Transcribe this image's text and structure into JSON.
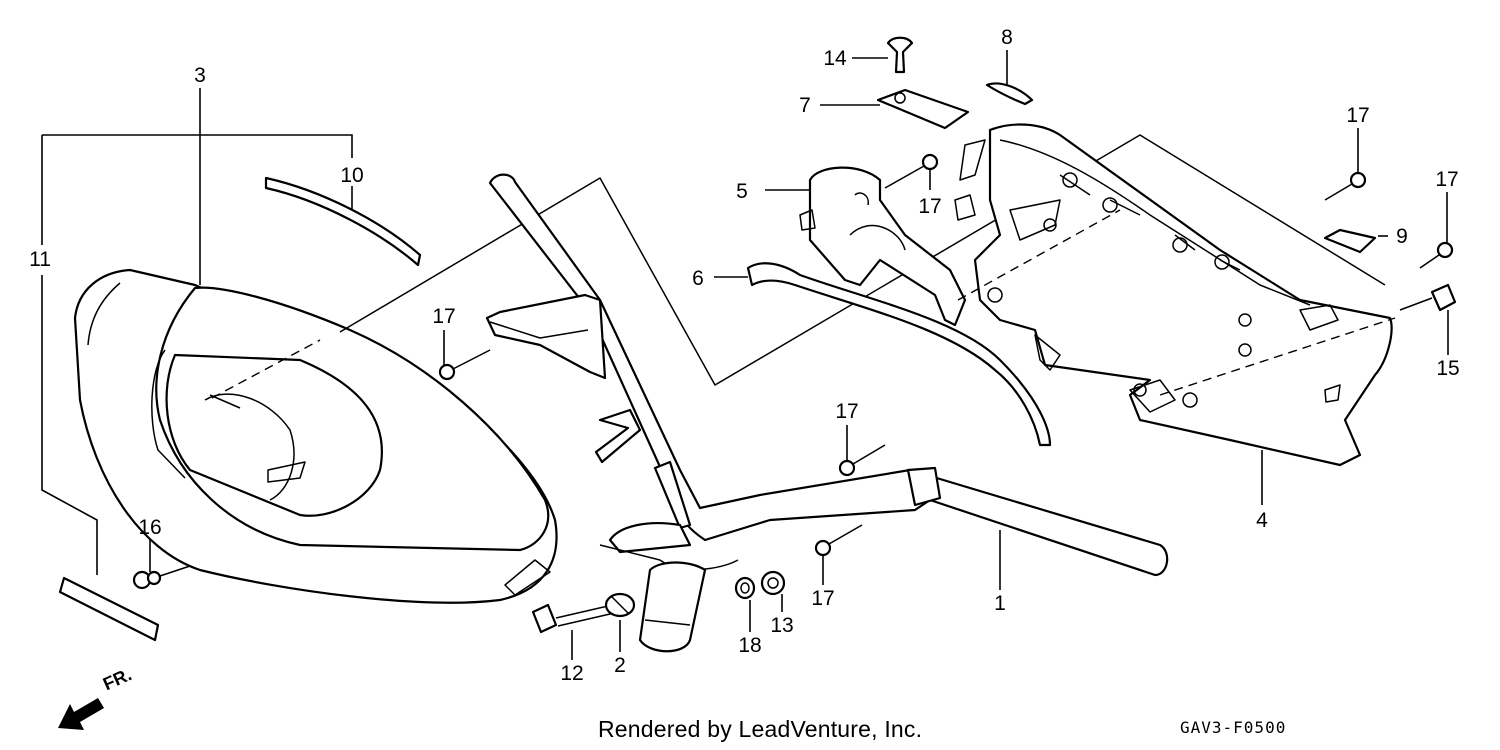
{
  "diagram": {
    "credit": "Rendered by LeadVenture, Inc.",
    "code": "GAV3-F0500",
    "direction_label": "FR.",
    "direction_icon": "arrow-front-icon"
  },
  "callouts": [
    {
      "id": "p1",
      "label": "1"
    },
    {
      "id": "p2",
      "label": "2"
    },
    {
      "id": "p3",
      "label": "3"
    },
    {
      "id": "p4",
      "label": "4"
    },
    {
      "id": "p5",
      "label": "5"
    },
    {
      "id": "p6",
      "label": "6"
    },
    {
      "id": "p7",
      "label": "7"
    },
    {
      "id": "p8",
      "label": "8"
    },
    {
      "id": "p9",
      "label": "9"
    },
    {
      "id": "p10",
      "label": "10"
    },
    {
      "id": "p11",
      "label": "11"
    },
    {
      "id": "p12",
      "label": "12"
    },
    {
      "id": "p13",
      "label": "13"
    },
    {
      "id": "p14",
      "label": "14"
    },
    {
      "id": "p15",
      "label": "15"
    },
    {
      "id": "p16",
      "label": "16"
    },
    {
      "id": "p17a",
      "label": "17"
    },
    {
      "id": "p17b",
      "label": "17"
    },
    {
      "id": "p17c",
      "label": "17"
    },
    {
      "id": "p17d",
      "label": "17"
    },
    {
      "id": "p17e",
      "label": "17"
    },
    {
      "id": "p17f",
      "label": "17"
    },
    {
      "id": "p18",
      "label": "18"
    }
  ]
}
